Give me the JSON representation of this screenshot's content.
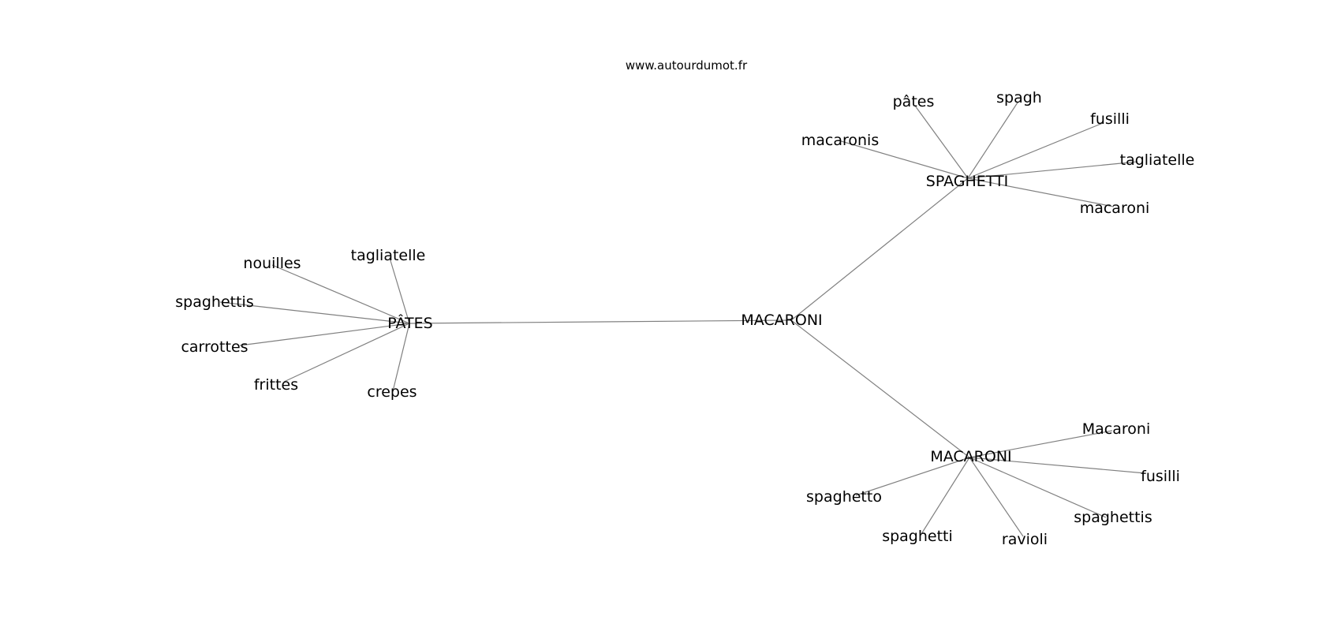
{
  "watermark": "www.autourdumot.fr",
  "graph": {
    "root": {
      "id": "macaroni-center",
      "label": "MACARONI"
    },
    "hubs": [
      {
        "id": "pates-hub",
        "label": "PÂTES",
        "leaves": [
          {
            "id": "pates-tagliatelle",
            "label": "tagliatelle"
          },
          {
            "id": "pates-nouilles",
            "label": "nouilles"
          },
          {
            "id": "pates-spaghettis",
            "label": "spaghettis"
          },
          {
            "id": "pates-carrottes",
            "label": "carrottes"
          },
          {
            "id": "pates-frittes",
            "label": "frittes"
          },
          {
            "id": "pates-crepes",
            "label": "crepes"
          }
        ]
      },
      {
        "id": "spaghetti-hub",
        "label": "SPAGHETTI",
        "leaves": [
          {
            "id": "spaghetti-pates",
            "label": "pâtes"
          },
          {
            "id": "spaghetti-spagh",
            "label": "spagh"
          },
          {
            "id": "spaghetti-macaronis",
            "label": "macaronis"
          },
          {
            "id": "spaghetti-fusilli",
            "label": "fusilli"
          },
          {
            "id": "spaghetti-tagliatelle",
            "label": "tagliatelle"
          },
          {
            "id": "spaghetti-macaroni",
            "label": "macaroni"
          }
        ]
      },
      {
        "id": "macaroni-hub",
        "label": "MACARONI",
        "leaves": [
          {
            "id": "macaroni-Macaroni",
            "label": "Macaroni"
          },
          {
            "id": "macaroni-fusilli",
            "label": "fusilli"
          },
          {
            "id": "macaroni-spaghetto",
            "label": "spaghetto"
          },
          {
            "id": "macaroni-spaghettis",
            "label": "spaghettis"
          },
          {
            "id": "macaroni-spaghetti",
            "label": "spaghetti"
          },
          {
            "id": "macaroni-ravioli",
            "label": "ravioli"
          }
        ]
      }
    ]
  }
}
